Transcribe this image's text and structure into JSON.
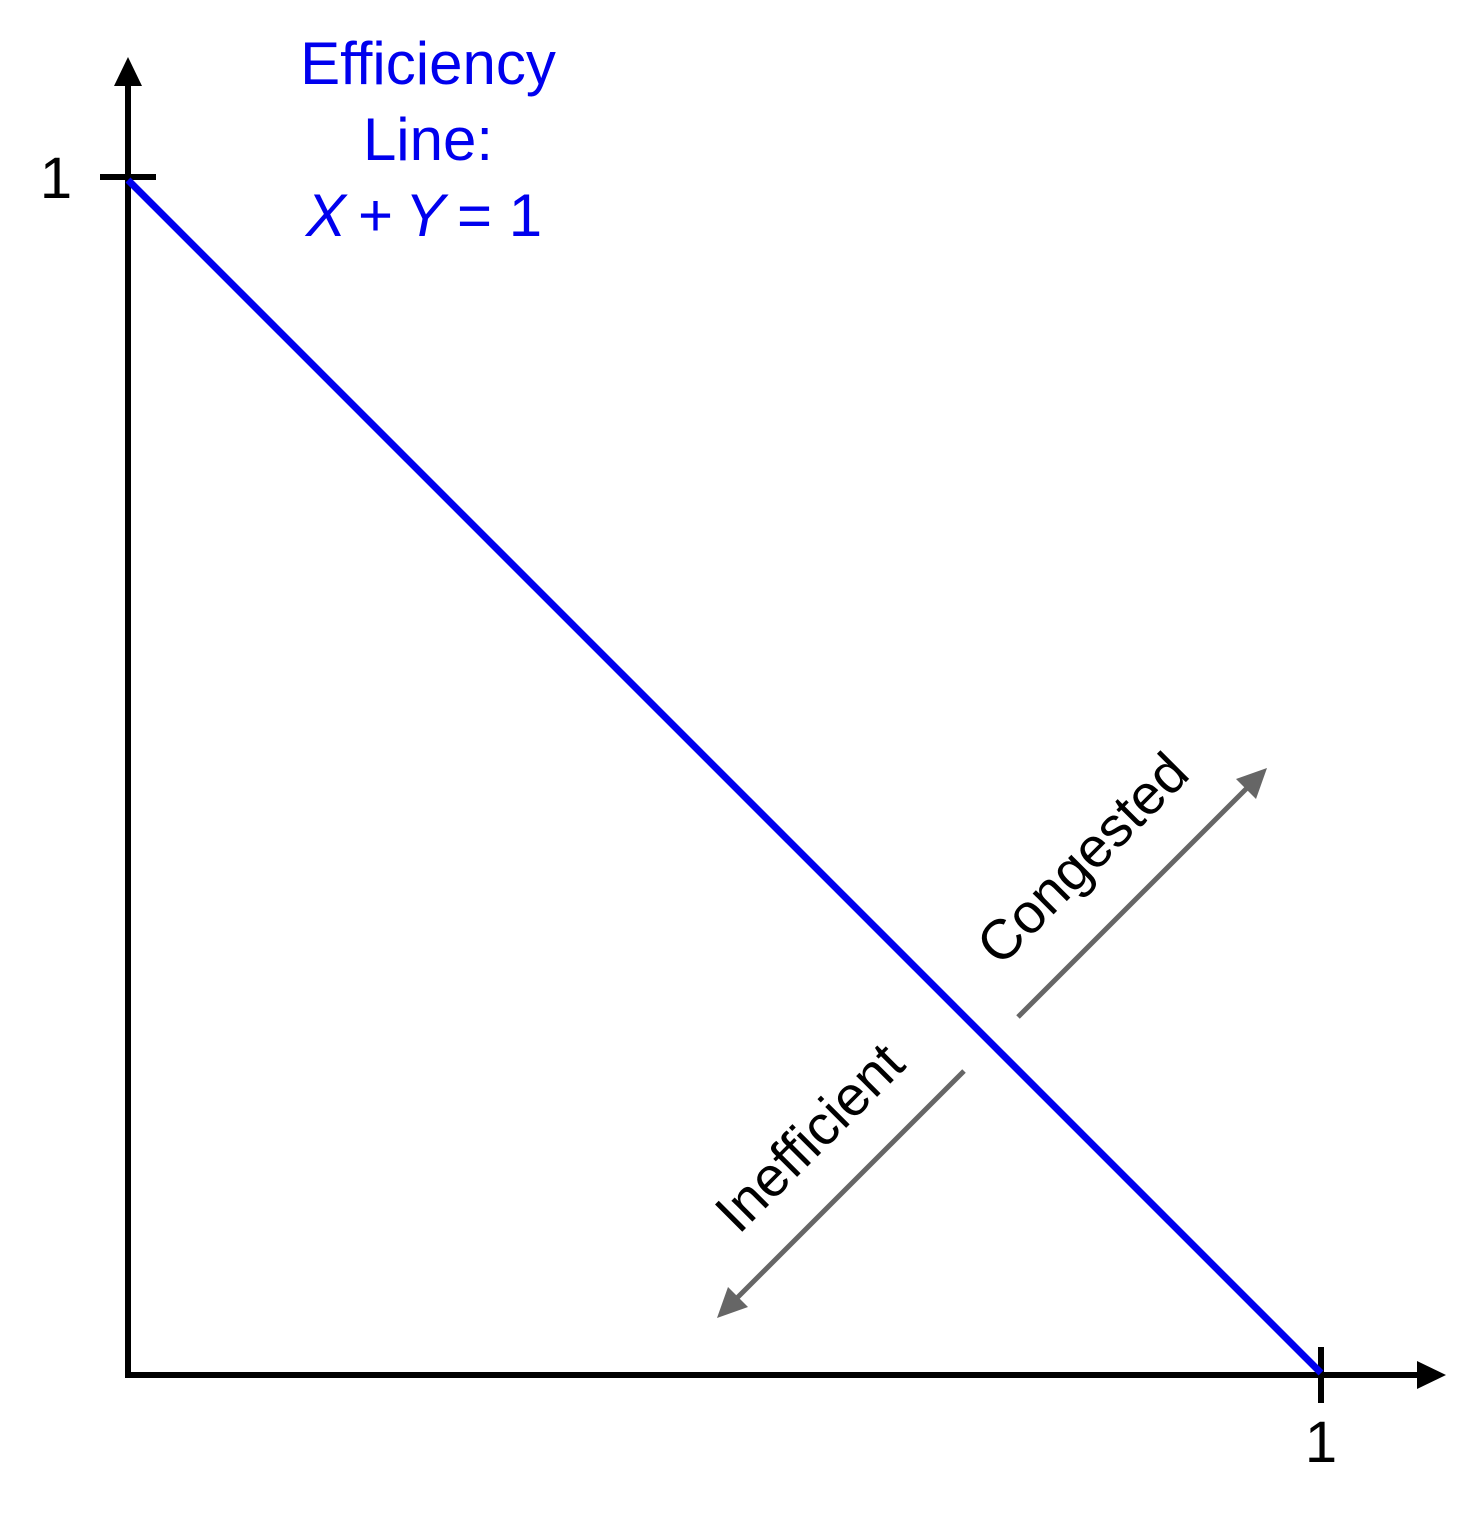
{
  "colors": {
    "axis": "#000000",
    "efficiency_line": "#0000ee",
    "arrows": "#666666",
    "label_text": "#000000"
  },
  "axes": {
    "x_tick_label": "1",
    "y_tick_label": "1"
  },
  "efficiency_label": {
    "line1": "Efficiency",
    "line2": "Line:",
    "eq_x": "X",
    "eq_plus": "+",
    "eq_y": "Y",
    "eq_rest": "= 1"
  },
  "regions": {
    "congested": "Congested",
    "inefficient": "Inefficient"
  }
}
